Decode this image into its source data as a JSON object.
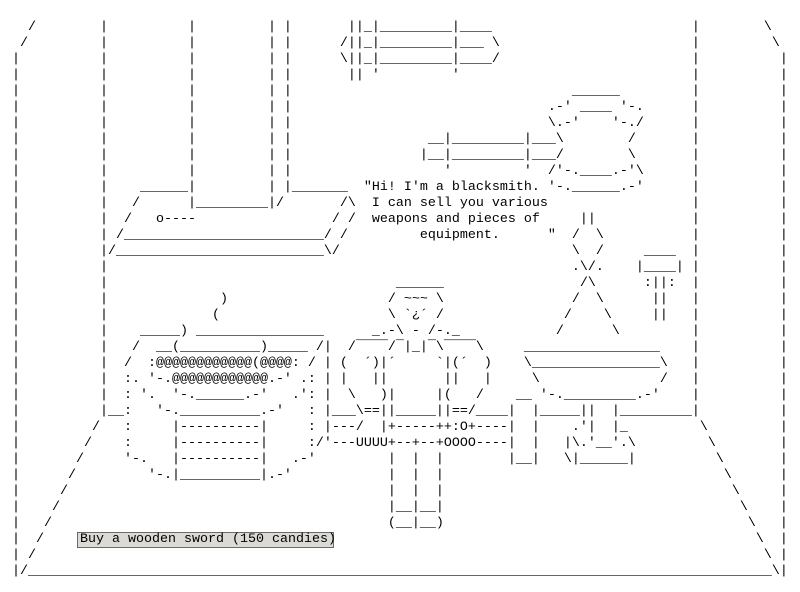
{
  "art_lines": [
    "",
    "   /        |          |         | |       ||_|_________|____                         |        \\",
    "  /         |          |         | |      /||_|_________|___ \\                        |         \\",
    " |          |          |         | |      \\||_|_________|____/                        |          |",
    " |          |          |         | |       || '         '                             |          |",
    " |          |          |         | |                                   ______         |          |",
    " |          |          |         | |                                .-' ____ '-.      |          |",
    " |          |          |         | |                                \\.-'    '-./      |          |",
    " |          |          |         | |                 __|_________|___\\        /       |          |",
    " |          |          |         | |                |__|_________|___/        \\       |          |",
    " |          |          |         | |                   '         '  /'-.____.-'\\      |          |",
    " |          |    ______|         | |_______  \"Hi! I'm a blacksmith. '-.______.-'      |          |",
    " |          |   /      |_________|/       /\\  I can sell you various                  |          |",
    " |          |  /   o----                 / /  weapons and pieces of     ||            |          |",
    " |          | /_________________________/ /         equipment.      \"  /  \\           |          |",
    " |          |/__________________________\\/                             \\  /     ____  |          |",
    " |          |                                                          .\\/.    |____| |          |",
    " |          |                                    ______                 /\\      :||:  |          |",
    " |          |              )                    / ~~~ \\                /  \\      ||   |          |",
    " |          |             (                     \\ `¿´ /               /    \\     ||   |          |",
    " |          |    _____) ________________      _.-\\ - /-._            /      \\         |          |",
    " |          |   /  __(__________)_____ /|  /¯¯¯¯/¯|_|¯\\¯¯¯¯\\     _________________    |          |",
    " |          |  /  :@@@@@@@@@@@@(@@@@: / | (  ´)|´     `|(´  )    \\________________\\   |          |",
    " |          |  :. '-.@@@@@@@@@@@@.-' .: | |   ||       ||   |     \\               /   |          |",
    " |          |  : '.  '-.______.-'   .': |  \\   )|     |(   /    __ '-._________.-'    |          |",
    " |          |__:   '-.__________.-'   : |___\\==||_____||==/____|  |_____||  |_________|          |",
    " |         /   :     |----------|     : |---/  |+-----++:O+----|  |    .'|  |_         \\         |",
    " |        /    :     |----------|     :/'---UUUU+--+--+OOOO----|  |   |\\.'__'.\\         \\        |",
    " |       /     '-.   |----------|   .-'         |  |  |        |__|   \\|______|          \\       |",
    " |      /         '-.|__________|.-'            |  |  |                                   \\      |",
    " |     /                                        |  |  |                                    \\     |",
    " |    /                                         |__|__|                                     \\    |",
    " |   /                                          (__|__)                                      \\   |",
    " |  /                                                                                         \\  |",
    " | /                                                                                           \\ |",
    " |/_____________________________________________________________________________________________\\|"
  ],
  "button": {
    "label": "Buy a wooden sword (150 candies)"
  }
}
